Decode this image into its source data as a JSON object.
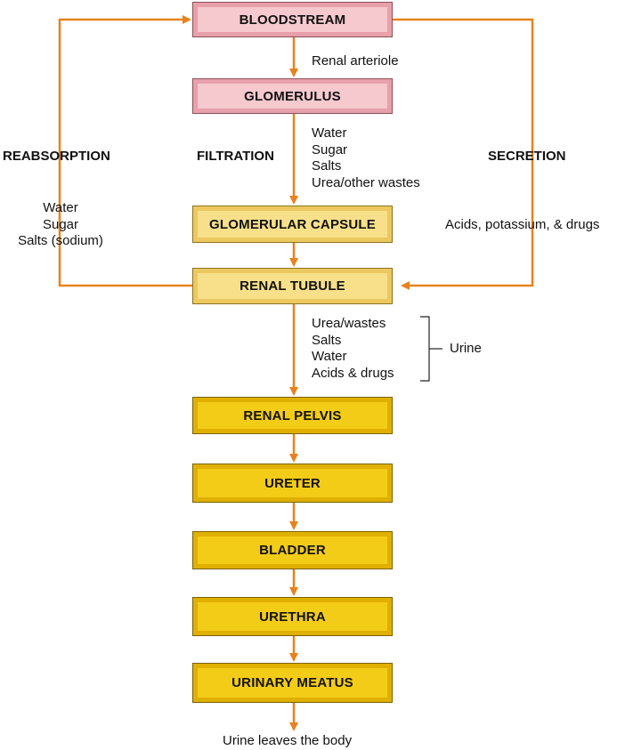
{
  "boxes": {
    "bloodstream": "BLOODSTREAM",
    "glomerulus": "GLOMERULUS",
    "glomerular_capsule": "GLOMERULAR CAPSULE",
    "renal_tubule": "RENAL TUBULE",
    "renal_pelvis": "RENAL PELVIS",
    "ureter": "URETER",
    "bladder": "BLADDER",
    "urethra": "URETHRA",
    "urinary_meatus": "URINARY MEATUS"
  },
  "process_labels": {
    "reabsorption": "REABSORPTION",
    "filtration": "FILTRATION",
    "secretion": "SECRETION"
  },
  "annotations": {
    "renal_arteriole": "Renal arteriole",
    "filtrate": [
      "Water",
      "Sugar",
      "Salts",
      "Urea/other wastes"
    ],
    "reabsorbed": [
      "Water",
      "Sugar",
      "Salts (sodium)"
    ],
    "secreted": "Acids, potassium, & drugs",
    "urine_components": [
      "Urea/wastes",
      "Salts",
      "Water",
      "Acids & drugs"
    ],
    "urine": "Urine",
    "exit": "Urine leaves the body"
  },
  "colors": {
    "arrow": "#e8821e",
    "pink_box": "#f6c9cf",
    "pale_yellow_box": "#f8e08a",
    "yellow_box": "#f3cc18"
  }
}
